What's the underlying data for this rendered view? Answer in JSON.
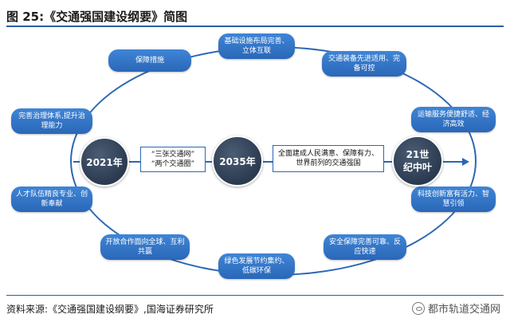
{
  "header": {
    "title": "图 25:《交通强国建设纲要》简图"
  },
  "diagram": {
    "nodes": {
      "n2021": "2021年",
      "n2035": "2035年",
      "nmid": "21世纪中叶"
    },
    "boxes": {
      "b1": "“三张交通网”\n“两个交通圈”",
      "b2": "全面建成人民满意、保障有力、世界前列的交通强国"
    },
    "goals": [
      "保障措施",
      "基础设施布局完善、立体互联",
      "交通装备先进适用、完备可控",
      "运输服务便捷舒适、经济高效",
      "科技创新富有活力、智慧引领",
      "安全保障完善可靠、反应快速",
      "绿色发展节约集约、低碳环保",
      "开放合作面向全球、互利共赢",
      "人才队伍精良专业、创新奉献",
      "完善治理体系,提升治理能力"
    ]
  },
  "footer": {
    "source": "资料来源:《交通强国建设纲要》,国海证券研究所",
    "watermark": "都市轨道交通网"
  }
}
